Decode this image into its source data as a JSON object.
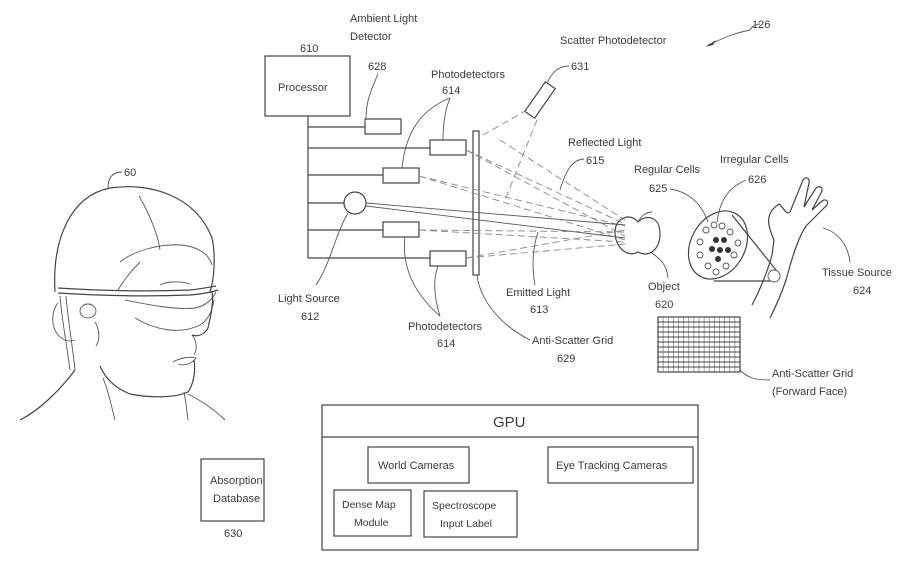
{
  "figure": {
    "reference_numeral": "126",
    "head": {
      "label": "60"
    },
    "processor": {
      "label": "Processor",
      "numeral": "610"
    },
    "ambient_light_detector": {
      "label_line1": "Ambient Light",
      "label_line2": "Detector",
      "numeral": "628"
    },
    "photodetectors_top": {
      "label": "Photodetectors",
      "numeral": "614"
    },
    "photodetectors_bottom": {
      "label": "Photodetectors",
      "numeral": "614"
    },
    "scatter_photodetector": {
      "label": "Scatter Photodetector",
      "numeral": "631"
    },
    "light_source": {
      "label": "Light Source",
      "numeral": "612"
    },
    "reflected_light": {
      "label": "Reflected Light",
      "numeral": "615"
    },
    "emitted_light": {
      "label": "Emitted Light",
      "numeral": "613"
    },
    "anti_scatter_grid": {
      "label": "Anti-Scatter Grid",
      "numeral": "629"
    },
    "object": {
      "label": "Object",
      "numeral": "620"
    },
    "regular_cells": {
      "label": "Regular Cells",
      "numeral": "625"
    },
    "irregular_cells": {
      "label": "Irregular Cells",
      "numeral": "626"
    },
    "tissue_source": {
      "label": "Tissue Source",
      "numeral": "624"
    },
    "anti_scatter_grid_forward": {
      "label_line1": "Anti-Scatter Grid",
      "label_line2": "(Forward Face)"
    },
    "absorption_database": {
      "label_line1": "Absorption",
      "label_line2": "Database",
      "numeral": "630"
    },
    "gpu": {
      "title": "GPU",
      "modules": {
        "world_cameras": "World Cameras",
        "eye_tracking_cameras": "Eye Tracking Cameras",
        "dense_map_line1": "Dense Map",
        "dense_map_line2": "Module",
        "spectroscope_line1": "Spectroscope",
        "spectroscope_line2": "Input Label"
      }
    }
  }
}
